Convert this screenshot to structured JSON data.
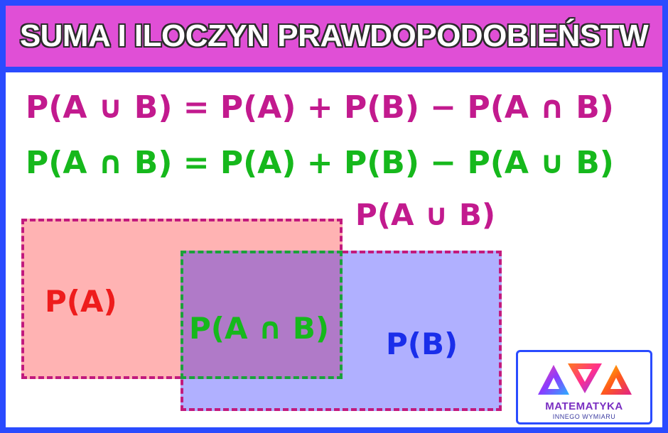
{
  "title": "SUMA I ILOCZYN PRAWDOPODOBIEŃSTW",
  "formulas": [
    {
      "text": "P(A ∪ B) = P(A) + P(B) − P(A ∩ B)",
      "color": "#c21a8e"
    },
    {
      "text": "P(A ∩ B) = P(A) + P(B) − P(A ∪ B)",
      "color": "#16b81c"
    }
  ],
  "diagram": {
    "union_label": {
      "text": "P(A ∪ B)",
      "color": "#c21a8e"
    },
    "set_a_label": {
      "text": "P(A)",
      "color": "#ee1c1c"
    },
    "intersection_label": {
      "text": "P(A ∩ B)",
      "color": "#16b81c"
    },
    "set_b_label": {
      "text": "P(B)",
      "color": "#1a2eea"
    }
  },
  "logo": {
    "name": "MATEMATYKA",
    "subtitle": "INNEGO WYMIARU"
  },
  "colors": {
    "border": "#2a4bff",
    "title_bg": "#e04fd6",
    "set_a_fill": "#ffb3b3",
    "set_b_fill": "#a9a9ff",
    "intersection_fill": "#b07ac8"
  }
}
